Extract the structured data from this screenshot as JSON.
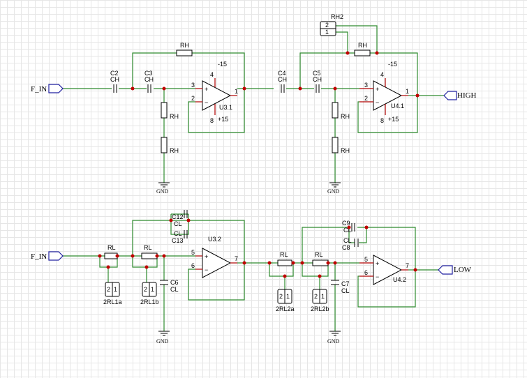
{
  "ports": {
    "f_in_top": "F_IN",
    "f_in_bottom": "F_IN",
    "high": "HIGH",
    "low": "LOW"
  },
  "gnd": "GND",
  "opamps": {
    "u31": {
      "ref": "U3.1",
      "pin_plus": "3",
      "pin_minus": "2",
      "pin_out": "1",
      "pin_top": "4",
      "pin_bot": "8",
      "sup_top": "-15",
      "sup_bot": "+15"
    },
    "u41": {
      "ref": "U4.1",
      "pin_plus": "3",
      "pin_minus": "2",
      "pin_out": "1",
      "pin_top": "4",
      "pin_bot": "8",
      "sup_top": "-15",
      "sup_bot": "+15"
    },
    "u32": {
      "ref": "U3.2",
      "pin_plus": "5",
      "pin_minus": "6",
      "pin_out": "7"
    },
    "u42": {
      "ref": "U4.2",
      "pin_plus": "5",
      "pin_minus": "6",
      "pin_out": "7"
    }
  },
  "hp1": {
    "c2_ref": "C2",
    "c2_val": "CH",
    "c3_ref": "C3",
    "c3_val": "CH",
    "rh_fb": "RH",
    "rh_a": "RH",
    "rh_b": "RH"
  },
  "hp2": {
    "rh2_ref": "RH2",
    "rh2_pin2": "2",
    "rh2_pin1": "1",
    "c4_ref": "C4",
    "c4_val": "CH",
    "c5_ref": "C5",
    "c5_val": "CH",
    "rh_fb": "RH",
    "rh_a": "RH",
    "rh_b": "RH"
  },
  "lp1": {
    "c12_ref": "C12",
    "c12_val": "CL",
    "c13_ref": "C13",
    "c13_val": "CL",
    "rl_1": "RL",
    "rl_2": "RL",
    "c6_ref": "C6",
    "c6_val": "CL",
    "rl1a": "2RL1a",
    "rl1b": "2RL1b",
    "jp_pin2": "2",
    "jp_pin1": "1"
  },
  "lp2": {
    "c9_ref": "C9",
    "c9_val": "CL",
    "c8_ref": "C8",
    "c8_val": "CL",
    "rl_1": "RL",
    "rl_2": "RL",
    "c7_ref": "C7",
    "c7_val": "CL",
    "rl2a": "2RL2a",
    "rl2b": "2RL2b",
    "jp_pin2": "2",
    "jp_pin1": "1"
  },
  "colors": {
    "wire": "#2e8b2e",
    "junction": "#c00000",
    "port": "#2020a0",
    "grid": "#e6e6e6"
  }
}
